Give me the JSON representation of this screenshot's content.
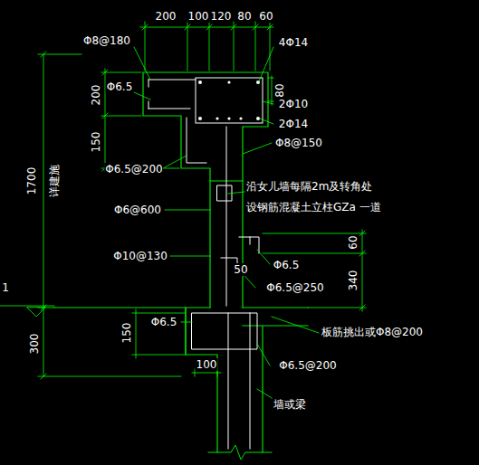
{
  "diagram": {
    "labels": [
      "200",
      "100",
      "120",
      "80",
      "60",
      "Φ8@180",
      "4Φ14",
      "Φ6.5",
      "200",
      "150",
      "80",
      "2Φ10",
      "2Φ14",
      "Φ8@150",
      "Φ6.5@200",
      "1700",
      "详建施",
      "沿女儿墙每隔2m及转角处",
      "设钢筋混凝土立柱GZa 一道",
      "Φ6@600",
      "Φ10@130",
      "60",
      "Φ6.5",
      "50",
      "Φ6.5@250",
      "340",
      "1",
      "150",
      "Φ6.5",
      "板筋挑出或Φ8@200",
      "300",
      "100",
      "Φ6.5@200",
      "墙或梁"
    ]
  }
}
